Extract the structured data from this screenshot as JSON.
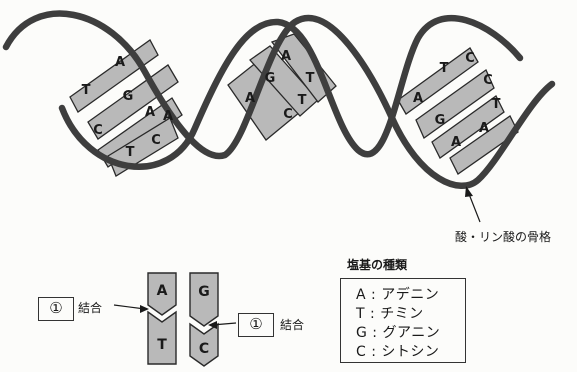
{
  "backbone_label": "酸・リン酸の骨格",
  "helix_bases": {
    "left_upper": [
      "A",
      "T"
    ],
    "left_mid": [
      "A",
      "G"
    ],
    "left_lower": [
      "C",
      "A"
    ],
    "left_bottom": [
      "T",
      "C"
    ],
    "center_top": [
      "A",
      "G"
    ],
    "center_mid": [
      "T",
      "A"
    ],
    "center_low": [
      "C",
      "T"
    ],
    "right_top": [
      "T",
      "C"
    ],
    "right_upper": [
      "A",
      "C"
    ],
    "right_mid": [
      "G",
      "T"
    ],
    "right_low": [
      "A",
      "A"
    ]
  },
  "pair_detail": {
    "left_strand": [
      "A",
      "T"
    ],
    "right_strand": [
      "G",
      "C"
    ],
    "left_label": {
      "number": "①",
      "text": "結合"
    },
    "right_label": {
      "number": "①",
      "text": "結合"
    }
  },
  "legend": {
    "title": "塩基の種類",
    "items": [
      {
        "letter": "A",
        "name": "アデニン"
      },
      {
        "letter": "T",
        "name": "チミン"
      },
      {
        "letter": "G",
        "name": "グアニン"
      },
      {
        "letter": "C",
        "name": "シトシン"
      }
    ]
  }
}
